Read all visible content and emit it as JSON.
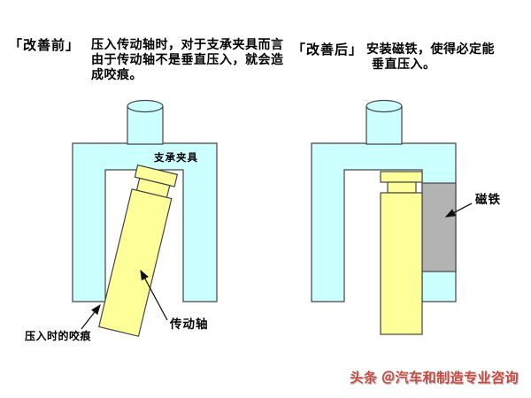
{
  "before": {
    "header": "「改善前」",
    "desc_lines": [
      "压入传动轴时，对于支承夹具而言",
      "由于传动轴不是垂直压入，就会造",
      "成咬痕。"
    ],
    "labels": {
      "fixture": "支承夹具",
      "shaft": "传动轴",
      "bite_mark": "压入时的咬痕"
    }
  },
  "after": {
    "header": "「改善后」",
    "desc_lines": [
      "安装磁铁，使得必定能",
      "垂直压入。"
    ],
    "labels": {
      "magnet": "磁铁"
    }
  },
  "watermark": {
    "text": "头条 ＠汽车和制造专业咨询",
    "color": "#c94a40"
  },
  "colors": {
    "fixture_fill": "#ccffff",
    "shaft_fill": "#ffff99",
    "magnet_fill": "#b3b3b3",
    "outline": "#444444",
    "arrow": "#111111",
    "background": "#ffffff"
  }
}
